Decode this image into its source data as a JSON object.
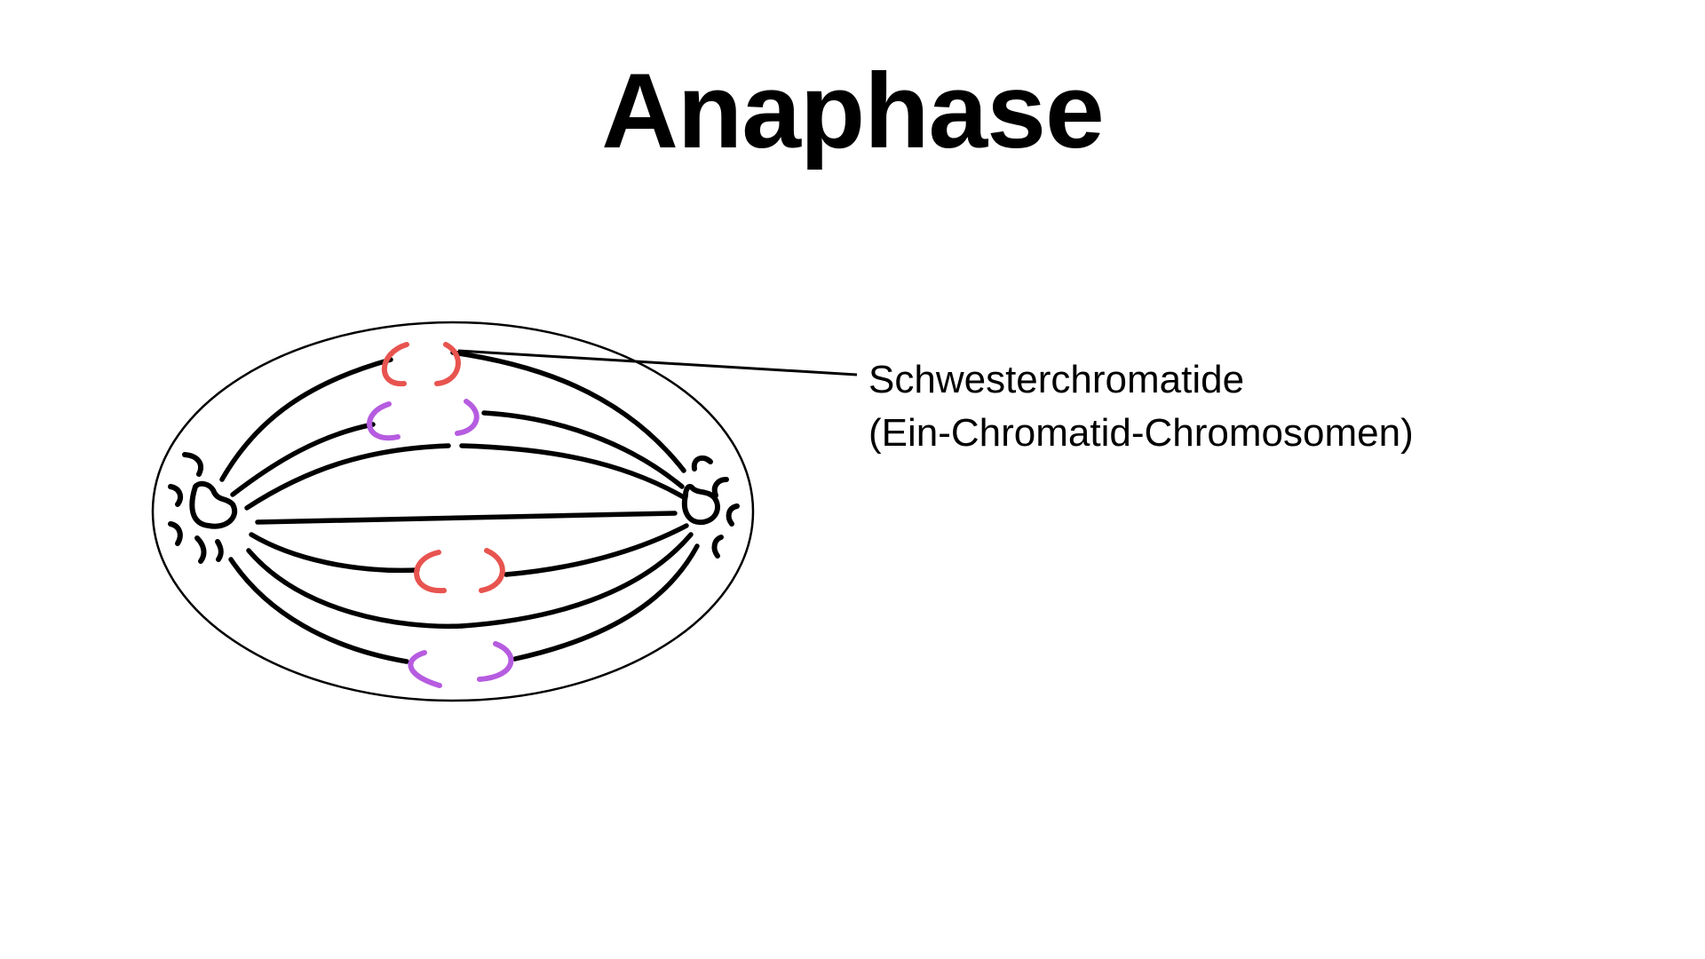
{
  "slide": {
    "title": "Anaphase"
  },
  "annotation": {
    "line1": "Schwesterchromatide",
    "line2": "(Ein-Chromatid-Chromosomen)"
  },
  "colors": {
    "outline": "#000000",
    "chromatid_red": "#e8544f",
    "chromatid_purple": "#b65ce0",
    "background": "#ffffff"
  }
}
